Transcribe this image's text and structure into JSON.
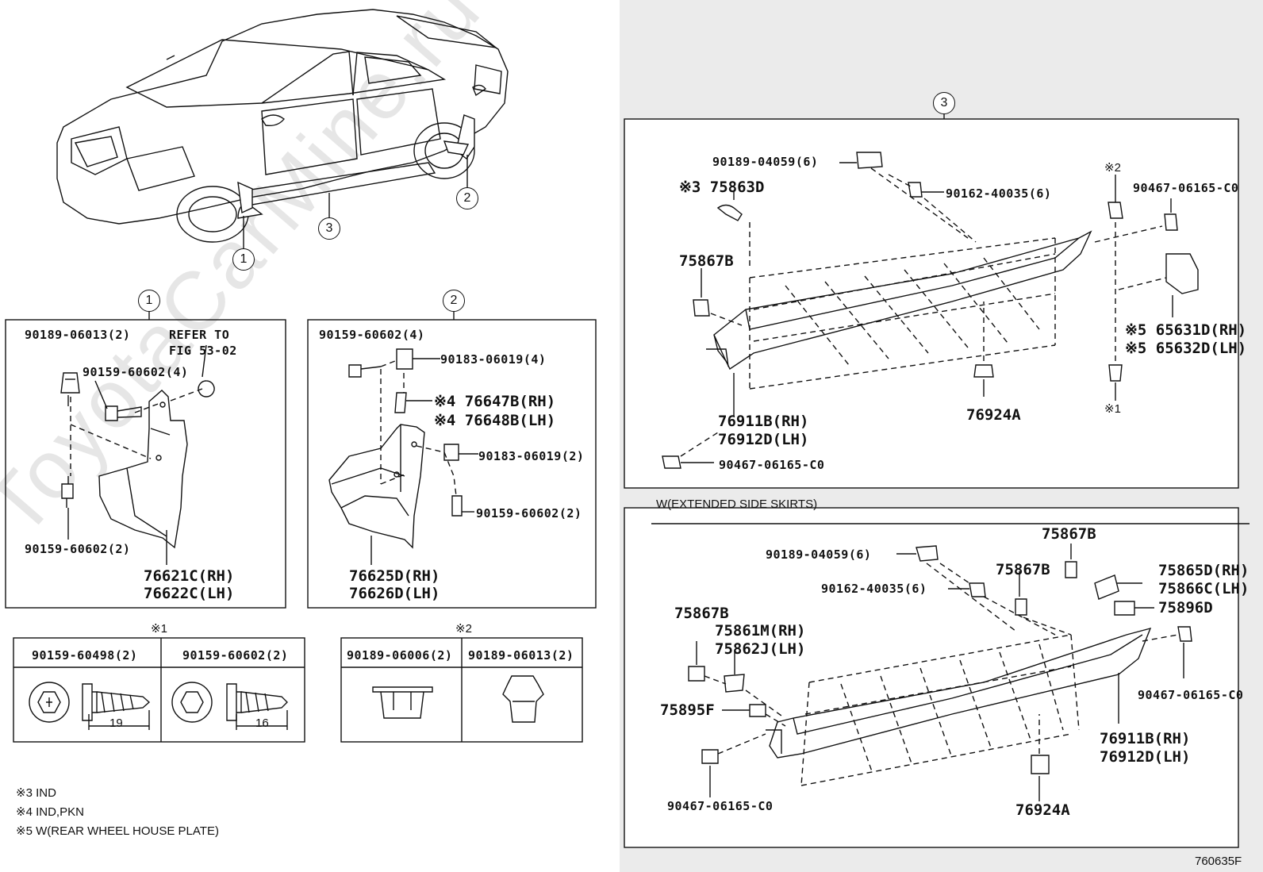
{
  "watermark": "ToyotaCarMine.ru",
  "figure_code": "760635F",
  "callouts": {
    "c1": "1",
    "c2": "2",
    "c3": "3"
  },
  "notes": {
    "n1": "※1",
    "n2": "※2"
  },
  "box1": {
    "p1": "90189-06013(2)",
    "refer1": "REFER TO",
    "refer2": "FIG 53-02",
    "p2": "90159-60602(4)",
    "p3": "90159-60602(2)",
    "p4": "76621C(RH)",
    "p5": "76622C(LH)"
  },
  "box2": {
    "p1": "90159-60602(4)",
    "p2": "90183-06019(4)",
    "p3": "※4 76647B(RH)",
    "p4": "※4 76648B(LH)",
    "p5": "90183-06019(2)",
    "p6": "90159-60602(2)",
    "p7": "76625D(RH)",
    "p8": "76626D(LH)"
  },
  "fastener1": {
    "h1": "90159-60498(2)",
    "h2": "90159-60602(2)",
    "d1": "19",
    "d2": "16"
  },
  "fastener2": {
    "h1": "90189-06006(2)",
    "h2": "90189-06013(2)"
  },
  "legend": [
    "※3 IND",
    "※4 IND,PKN",
    "※5 W(REAR WHEEL HOUSE PLATE)"
  ],
  "box3": {
    "p1": "90189-04059(6)",
    "p2": "90162-40035(6)",
    "p3": "※3 75863D",
    "p4": "75867B",
    "p5": "90467-06165-C0",
    "p6": "※5 65631D(RH)",
    "p7": "※5 65632D(LH)",
    "p8": "76911B(RH)",
    "p9": "76912D(LH)",
    "p10": "76924A",
    "p11": "90467-06165-C0"
  },
  "box4": {
    "title": "W(EXTENDED SIDE SKIRTS)",
    "p1": "90189-04059(6)",
    "p2": "90162-40035(6)",
    "p3": "75867B",
    "p4": "75867B",
    "p5": "75865D(RH)",
    "p6": "75866C(LH)",
    "p7": "75896D",
    "p8": "75867B",
    "p9": "75861M(RH)",
    "p10": "75862J(LH)",
    "p11": "75895F",
    "p12": "90467-06165-C0",
    "p13": "76911B(RH)",
    "p14": "76912D(LH)",
    "p15": "90467-06165-C0",
    "p16": "76924A"
  }
}
